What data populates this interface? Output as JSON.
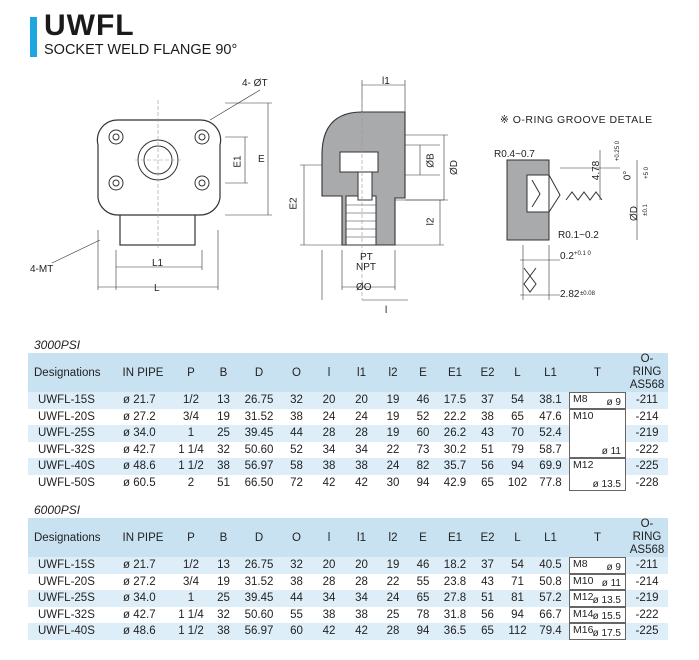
{
  "header": {
    "title": "UWFL",
    "subtitle": "SOCKET WELD FLANGE 90°"
  },
  "drawing": {
    "left_labels": {
      "holes": "4- ØT",
      "tap": "4-MT",
      "e1": "E1",
      "e": "E",
      "l1": "L1",
      "l": "L"
    },
    "mid_labels": {
      "l1": "l1",
      "b": "ØB",
      "d": "ØD",
      "e2": "E2",
      "l2": "l2",
      "pt": "PT",
      "npt": "NPT",
      "o": "ØO",
      "l": "l"
    },
    "right_labels": {
      "title": "※ O-RING GROOVE DETALE",
      "r1": "R0.4~0.7",
      "r2": "R0.1~0.2",
      "dim1": "4.78",
      "dim1_tol": "+0.25 0",
      "ang": "0°",
      "ang_tol": "+5 0",
      "od": "ØD",
      "od_tol": "±0.1",
      "dim2": "0.2",
      "dim2_tol": "+0.1 0",
      "dim3": "2.82",
      "dim3_tol": "±0.08"
    }
  },
  "table_headers": [
    "Designations",
    "IN PIPE",
    "P",
    "B",
    "D",
    "O",
    "l",
    "l1",
    "l2",
    "E",
    "E1",
    "E2",
    "L",
    "L1",
    "T",
    "O-RING AS568"
  ],
  "table_3000": {
    "title": "3000PSI",
    "rows": [
      {
        "des": "UWFL-15S",
        "pipe": "ø 21.7",
        "p": "1/2",
        "b": "13",
        "d": "26.75",
        "o": "32",
        "l": "20",
        "l1": "20",
        "l2": "19",
        "e": "46",
        "e1": "17.5",
        "e2": "37",
        "L": "54",
        "L1": "38.1",
        "oring": "-211"
      },
      {
        "des": "UWFL-20S",
        "pipe": "ø 27.2",
        "p": "3/4",
        "b": "19",
        "d": "31.52",
        "o": "38",
        "l": "24",
        "l1": "24",
        "l2": "19",
        "e": "52",
        "e1": "22.2",
        "e2": "38",
        "L": "65",
        "L1": "47.6",
        "oring": "-214"
      },
      {
        "des": "UWFL-25S",
        "pipe": "ø 34.0",
        "p": "1",
        "b": "25",
        "d": "39.45",
        "o": "44",
        "l": "28",
        "l1": "28",
        "l2": "19",
        "e": "60",
        "e1": "26.2",
        "e2": "43",
        "L": "70",
        "L1": "52.4",
        "oring": "-219"
      },
      {
        "des": "UWFL-32S",
        "pipe": "ø 42.7",
        "p": "1 1/4",
        "b": "32",
        "d": "50.60",
        "o": "52",
        "l": "34",
        "l1": "34",
        "l2": "22",
        "e": "73",
        "e1": "30.2",
        "e2": "51",
        "L": "79",
        "L1": "58.7",
        "oring": "-222"
      },
      {
        "des": "UWFL-40S",
        "pipe": "ø 48.6",
        "p": "1 1/2",
        "b": "38",
        "d": "56.97",
        "o": "58",
        "l": "38",
        "l1": "38",
        "l2": "24",
        "e": "82",
        "e1": "35.7",
        "e2": "56",
        "L": "94",
        "L1": "69.9",
        "oring": "-225"
      },
      {
        "des": "UWFL-50S",
        "pipe": "ø 60.5",
        "p": "2",
        "b": "51",
        "d": "66.50",
        "o": "72",
        "l": "42",
        "l1": "42",
        "l2": "30",
        "e": "94",
        "e1": "42.9",
        "e2": "65",
        "L": "102",
        "L1": "77.8",
        "oring": "-228"
      }
    ],
    "t_groups": [
      {
        "m": "M8",
        "phi": "ø 9"
      },
      {
        "m": "M10",
        "phi": "ø 11"
      },
      {
        "m": "M12",
        "phi": "ø 13.5"
      }
    ]
  },
  "table_6000": {
    "title": "6000PSI",
    "rows": [
      {
        "des": "UWFL-15S",
        "pipe": "ø 21.7",
        "p": "1/2",
        "b": "13",
        "d": "26.75",
        "o": "32",
        "l": "20",
        "l1": "20",
        "l2": "19",
        "e": "46",
        "e1": "18.2",
        "e2": "37",
        "L": "54",
        "L1": "40.5",
        "oring": "-211"
      },
      {
        "des": "UWFL-20S",
        "pipe": "ø 27.2",
        "p": "3/4",
        "b": "19",
        "d": "31.52",
        "o": "38",
        "l": "28",
        "l1": "28",
        "l2": "22",
        "e": "55",
        "e1": "23.8",
        "e2": "43",
        "L": "71",
        "L1": "50.8",
        "oring": "-214"
      },
      {
        "des": "UWFL-25S",
        "pipe": "ø 34.0",
        "p": "1",
        "b": "25",
        "d": "39.45",
        "o": "44",
        "l": "34",
        "l1": "34",
        "l2": "24",
        "e": "65",
        "e1": "27.8",
        "e2": "51",
        "L": "81",
        "L1": "57.2",
        "oring": "-219"
      },
      {
        "des": "UWFL-32S",
        "pipe": "ø 42.7",
        "p": "1 1/4",
        "b": "32",
        "d": "50.60",
        "o": "55",
        "l": "38",
        "l1": "38",
        "l2": "25",
        "e": "78",
        "e1": "31.8",
        "e2": "56",
        "L": "94",
        "L1": "66.7",
        "oring": "-222"
      },
      {
        "des": "UWFL-40S",
        "pipe": "ø 48.6",
        "p": "1 1/2",
        "b": "38",
        "d": "56.97",
        "o": "60",
        "l": "42",
        "l1": "42",
        "l2": "28",
        "e": "94",
        "e1": "36.5",
        "e2": "65",
        "L": "112",
        "L1": "79.4",
        "oring": "-225"
      }
    ],
    "t_rows": [
      {
        "m": "M8",
        "phi": "ø 9"
      },
      {
        "m": "M10",
        "phi": "ø 11"
      },
      {
        "m": "M12",
        "phi": "ø 13.5"
      },
      {
        "m": "M14",
        "phi": "ø 15.5"
      },
      {
        "m": "M16",
        "phi": "ø 17.5"
      }
    ]
  }
}
